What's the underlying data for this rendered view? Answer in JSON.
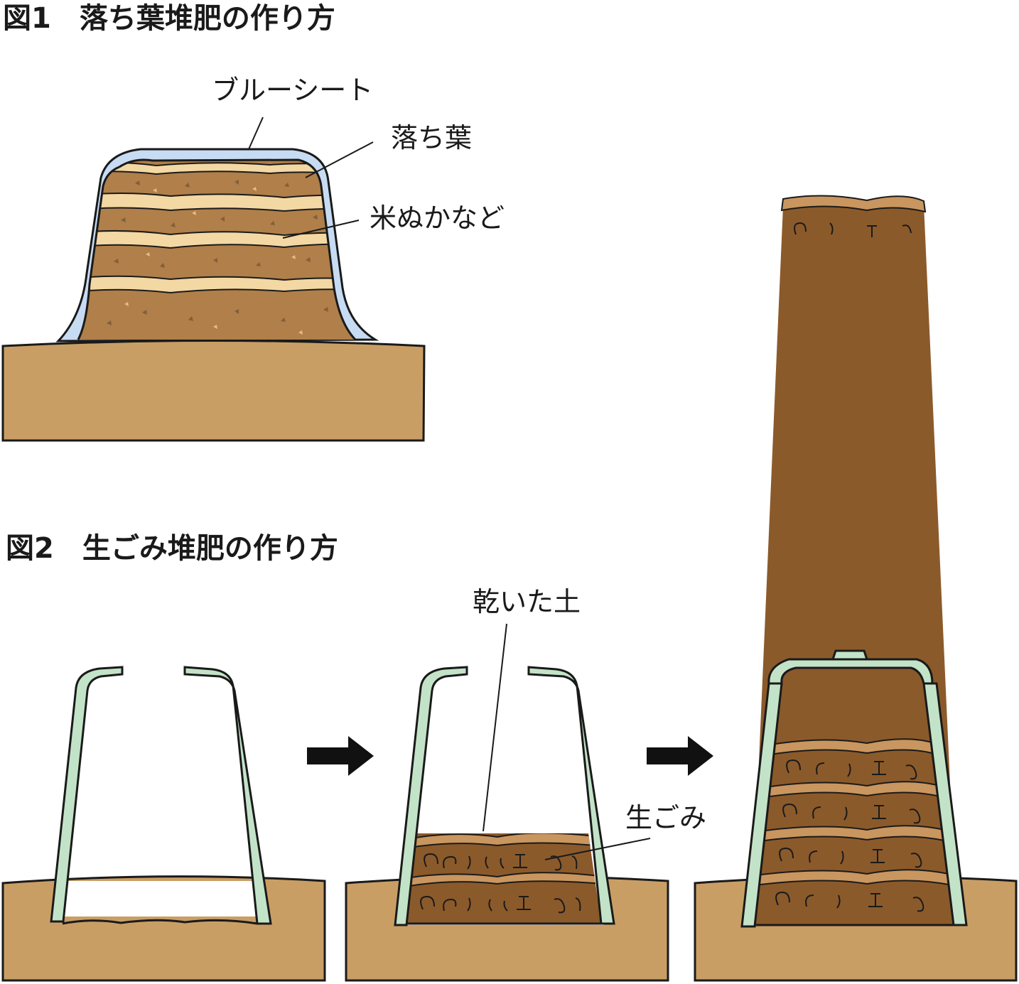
{
  "figure1": {
    "title": "図1　落ち葉堆肥の作り方",
    "labels": {
      "blue_sheet": "ブルーシート",
      "fallen_leaves": "落ち葉",
      "rice_bran": "米ぬかなど"
    }
  },
  "figure2": {
    "title": "図2　生ごみ堆肥の作り方",
    "labels": {
      "dry_soil": "乾いた土",
      "food_waste": "生ごみ"
    }
  },
  "colors": {
    "ground": "#c99e65",
    "leaf_layer": "#b07f4a",
    "bran_layer": "#f3d8a4",
    "sheet": "#c7dcf3",
    "container": "#c3e3c8",
    "waste_layer": "#8b5a2b",
    "soil_top": "#c9965f",
    "outline": "#1a1a1a"
  }
}
